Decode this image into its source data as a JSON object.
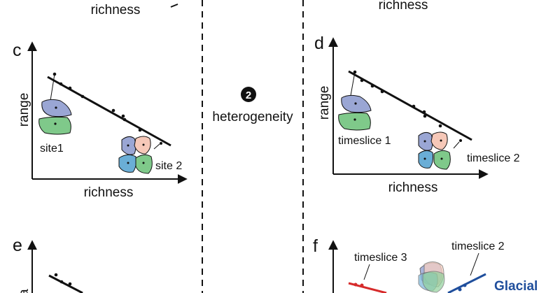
{
  "top": {
    "richness_left": "richness",
    "richness_right": "richness"
  },
  "panel_c": {
    "letter": "c",
    "ylabel": "range",
    "xlabel": "richness",
    "site1_label": "site1",
    "site2_label": "site 2"
  },
  "panel_d": {
    "letter": "d",
    "ylabel": "range",
    "xlabel": "richness",
    "slice1_label": "timeslice 1",
    "slice2_label": "timeslice 2"
  },
  "middle": {
    "number": "2",
    "label": "heterogeneity"
  },
  "panel_e": {
    "letter": "e",
    "ylabel_fragment": "a"
  },
  "panel_f": {
    "letter": "f",
    "slice3_label": "timeslice 3",
    "slice2_label": "timeslice 2",
    "glacial_label": "Glacial"
  },
  "colors": {
    "purple": "#9aa6d4",
    "green": "#7fc98a",
    "peach": "#f6c8b8",
    "blue": "#6aaed6",
    "red": "#d62a2a",
    "navy": "#1f4e9c"
  }
}
